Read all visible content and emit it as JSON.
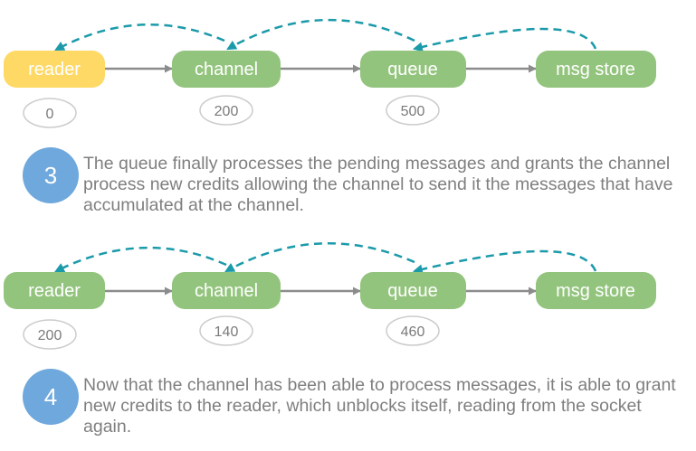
{
  "colors": {
    "node_default": "#93c47d",
    "node_highlight": "#ffd966",
    "connector": "#8c8c8c",
    "dashed_arrow": "#1b9aaa",
    "step_circle": "#6fa8dc",
    "credit_border": "#cccccc",
    "text": "#7f7f7f"
  },
  "node_labels": {
    "reader": "reader",
    "channel": "channel",
    "queue": "queue",
    "msg_store": "msg store"
  },
  "stages": [
    {
      "step": "3",
      "reader_highlighted": true,
      "credits": {
        "reader": "0",
        "channel": "200",
        "queue": "500"
      },
      "description": "The queue finally processes the pending messages and grants the channel process new credits allowing the channel to send it the messages that have accumulated at the channel."
    },
    {
      "step": "4",
      "reader_highlighted": false,
      "credits": {
        "reader": "200",
        "channel": "140",
        "queue": "460"
      },
      "description": "Now that the channel has been able to process messages, it is able to grant new credits to the reader, which unblocks itself, reading from the socket again."
    }
  ]
}
